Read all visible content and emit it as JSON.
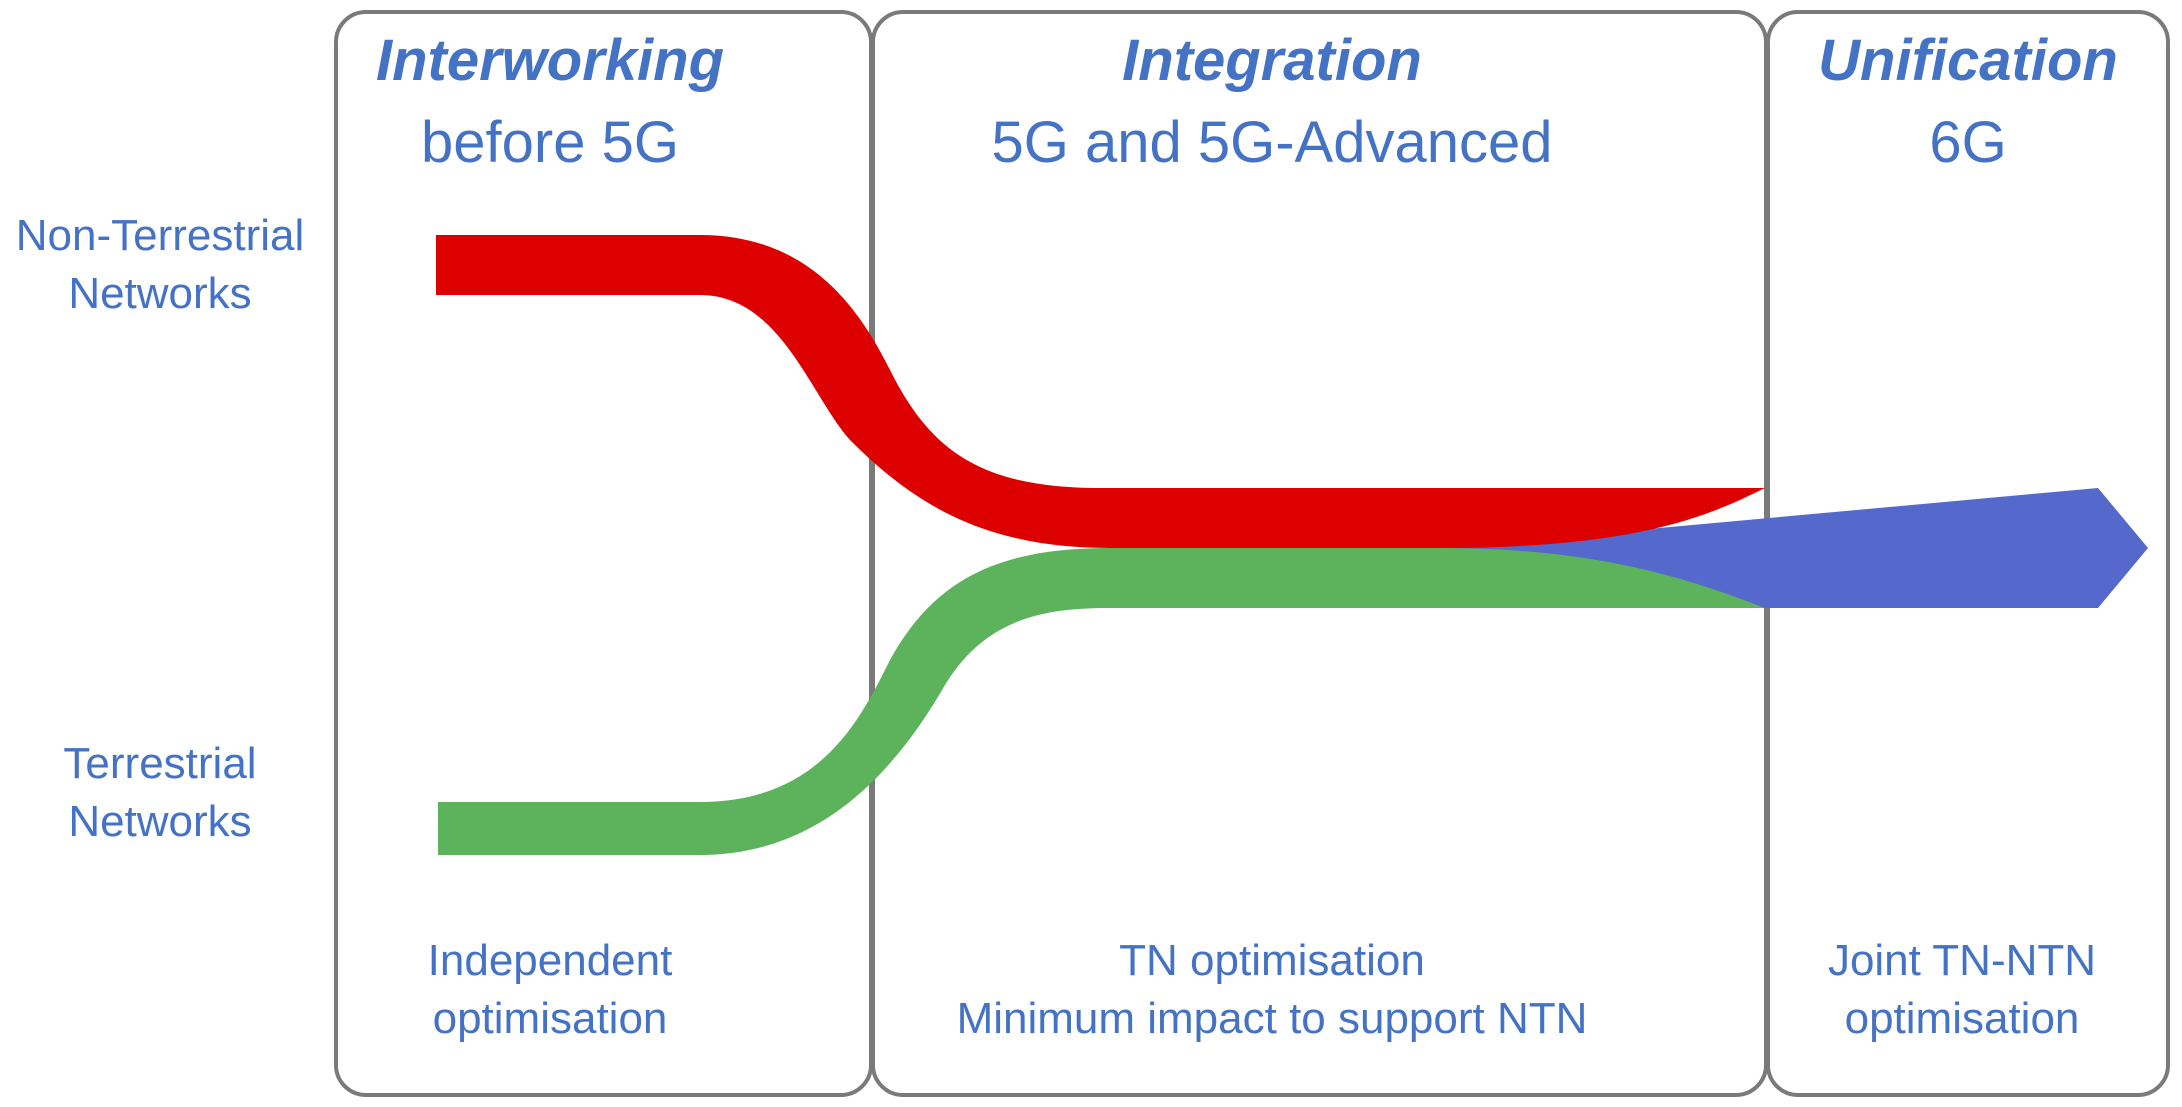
{
  "colors": {
    "text": "#4472C4",
    "frame": "#7a7a7a",
    "non_terrestrial": "#DD0000",
    "terrestrial": "#5CB35C",
    "unified": "#5568CC"
  },
  "streams": {
    "non_terrestrial": {
      "label_line1": "Non-Terrestrial",
      "label_line2": "Networks"
    },
    "terrestrial": {
      "label_line1": "Terrestrial",
      "label_line2": "Networks"
    }
  },
  "phases": [
    {
      "title": "Interworking",
      "subtitle": "before 5G",
      "note_line1": "Independent",
      "note_line2": "optimisation"
    },
    {
      "title": "Integration",
      "subtitle": "5G and 5G-Advanced",
      "note_line1": "TN optimisation",
      "note_line2": "Minimum impact to support NTN"
    },
    {
      "title": "Unification",
      "subtitle": "6G",
      "note_line1": "Joint TN-NTN",
      "note_line2": "optimisation"
    }
  ]
}
